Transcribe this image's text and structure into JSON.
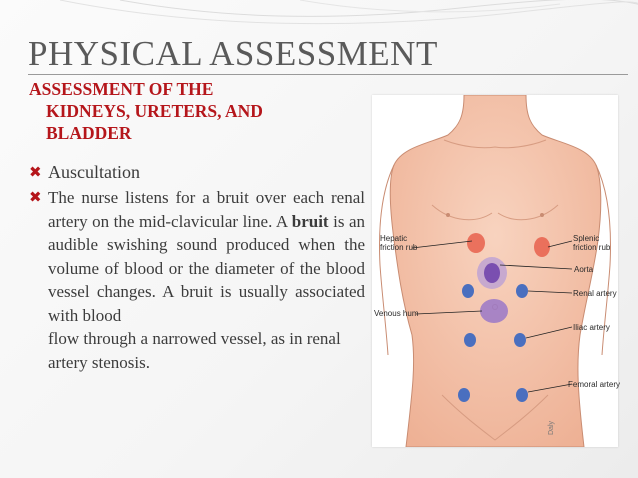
{
  "slide": {
    "title": "PHYSICAL ASSESSMENT",
    "subtitle_lines": [
      "ASSESSMENT OF THE",
      "KIDNEYS, URETERS, AND",
      "BLADDER"
    ],
    "bullet_marker": "✖",
    "bullets": [
      {
        "heading": "Auscultation"
      },
      {
        "text_before": "The nurse listens for a bruit over each renal artery on the mid-clavicular line. A ",
        "bold": "bruit",
        "text_after": " is an audible swishing sound produced when the volume of blood or the diameter of the blood vessel changes. A bruit is usually associated with blood",
        "last_line": "flow through a narrowed vessel, as in renal artery stenosis."
      }
    ],
    "colors": {
      "title": "#5a5a5a",
      "accent_red": "#b5161b",
      "body_text": "#3c3c3c",
      "skin": "#f4c2aa",
      "friction_rub": "#e8604c",
      "aorta": "#8a63b8",
      "artery_point": "#4a6fbf"
    }
  },
  "figure": {
    "labels": {
      "hepatic": [
        "Hepatic",
        "friction rub"
      ],
      "splenic": [
        "Splenic",
        "friction rub"
      ],
      "aorta": "Aorta",
      "renal": "Renal artery",
      "venous": "Venous hum",
      "iliac": "Iliac artery",
      "femoral": "Femoral artery"
    },
    "signature": "Daly"
  }
}
